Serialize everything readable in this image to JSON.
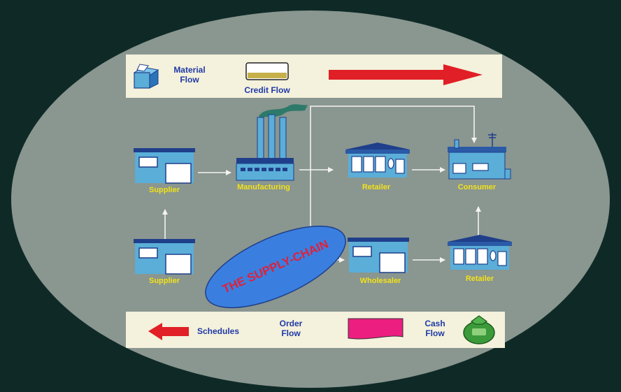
{
  "title": "THE SUPPLY-CHAIN",
  "legend_top": {
    "material_flow": "Material Flow",
    "credit_flow": "Credit Flow"
  },
  "legend_bottom": {
    "schedules": "Schedules",
    "order_flow": "Order Flow",
    "cash_flow": "Cash Flow"
  },
  "nodes": {
    "supplier_top": "Supplier",
    "manufacturing": "Manufacturing",
    "retailer_top": "Retailer",
    "consumer": "Consumer",
    "supplier_bottom": "Supplier",
    "wholesaler": "Wholesaler",
    "retailer_bottom": "Retailer"
  },
  "colors": {
    "background": "#0f2a26",
    "ellipse": "#8a9690",
    "legend_box": "#f4f1dc",
    "material_arrow": "#e01f26",
    "order_flow_shape": "#ec1e7f",
    "building_wall": "#5aaed8",
    "building_roof": "#1f3f8a",
    "title_ellipse": "#3a7fe0",
    "title_text": "#e0203a",
    "node_label": "#f2e21a",
    "cash_bag": "#3b9a3a"
  },
  "icons": [
    "box-icon",
    "credit-flow-icon",
    "material-arrow-icon",
    "schedules-arrow-icon",
    "order-flow-icon",
    "money-bag-icon",
    "factory-icon",
    "shop-icon",
    "house-icon",
    "warehouse-icon"
  ]
}
